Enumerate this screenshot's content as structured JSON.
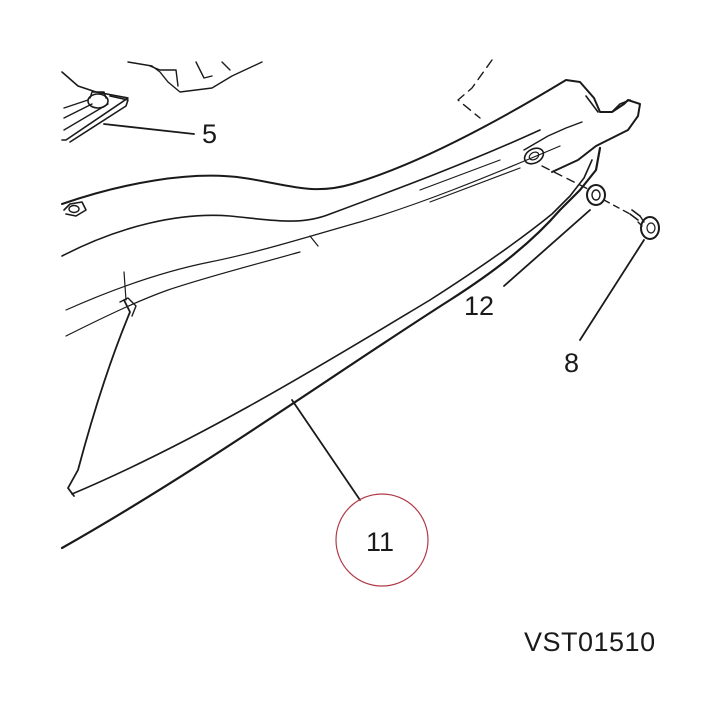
{
  "callouts": {
    "part_5": "5",
    "part_12": "12",
    "part_8": "8",
    "part_11": "11"
  },
  "drawing_code": "VST01510",
  "highlight_color": "#b03a48",
  "line_color": "#1a1a1a"
}
